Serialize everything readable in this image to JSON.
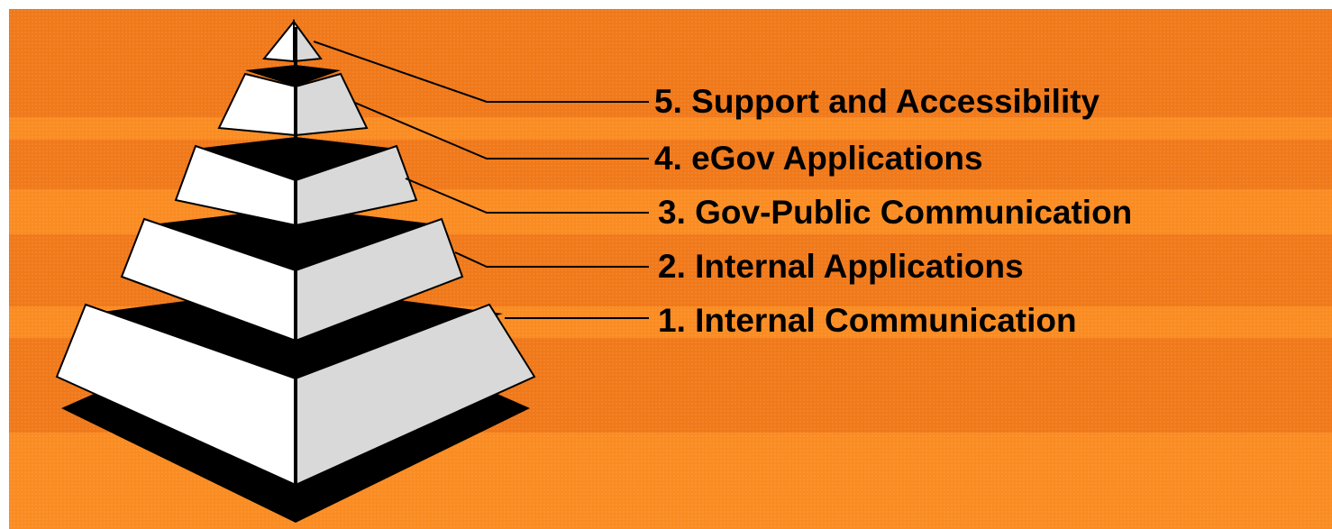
{
  "colors": {
    "background": "#f0791a",
    "background_band": "#fa8c22",
    "face_left": "#ffffff",
    "face_right": "#d9d9d9",
    "shadow": "#000000",
    "label": "#000000"
  },
  "layers": [
    {
      "level": 5,
      "label": "5. Support and Accessibility"
    },
    {
      "level": 4,
      "label": "4. eGov Applications"
    },
    {
      "level": 3,
      "label": "3. Gov-Public Communication"
    },
    {
      "level": 2,
      "label": "2. Internal Applications"
    },
    {
      "level": 1,
      "label": "1. Internal Communication"
    }
  ]
}
